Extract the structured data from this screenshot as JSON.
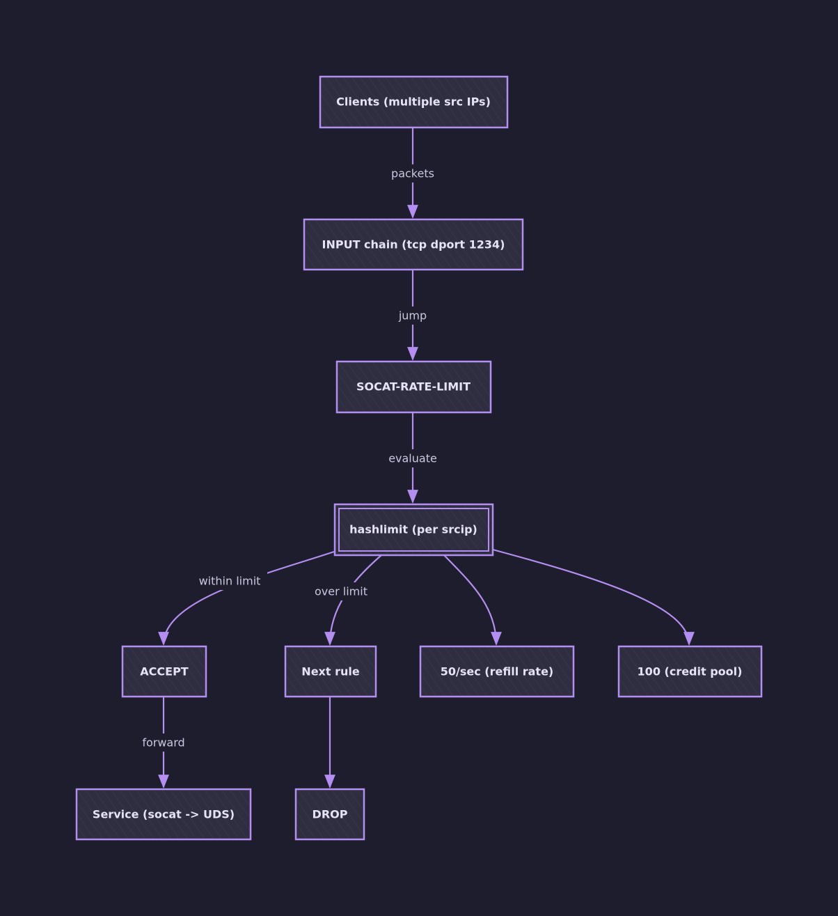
{
  "diagram": {
    "nodes": {
      "clients": "Clients (multiple src IPs)",
      "input_chain": "INPUT chain (tcp dport 1234)",
      "socat_rate_limit": "SOCAT-RATE-LIMIT",
      "hashlimit": "hashlimit (per srcip)",
      "accept": "ACCEPT",
      "next_rule": "Next rule",
      "refill_rate": "50/sec (refill rate)",
      "credit_pool": "100 (credit pool)",
      "service": "Service (socat -> UDS)",
      "drop": "DROP"
    },
    "edges": {
      "packets": "packets",
      "jump": "jump",
      "evaluate": "evaluate",
      "within_limit": "within limit",
      "over_limit": "over limit",
      "forward": "forward"
    },
    "colors": {
      "background": "#1e1d2d",
      "node_fill": "#2f2e40",
      "stroke": "#b48ef0",
      "text": "#e6e3f5"
    }
  }
}
